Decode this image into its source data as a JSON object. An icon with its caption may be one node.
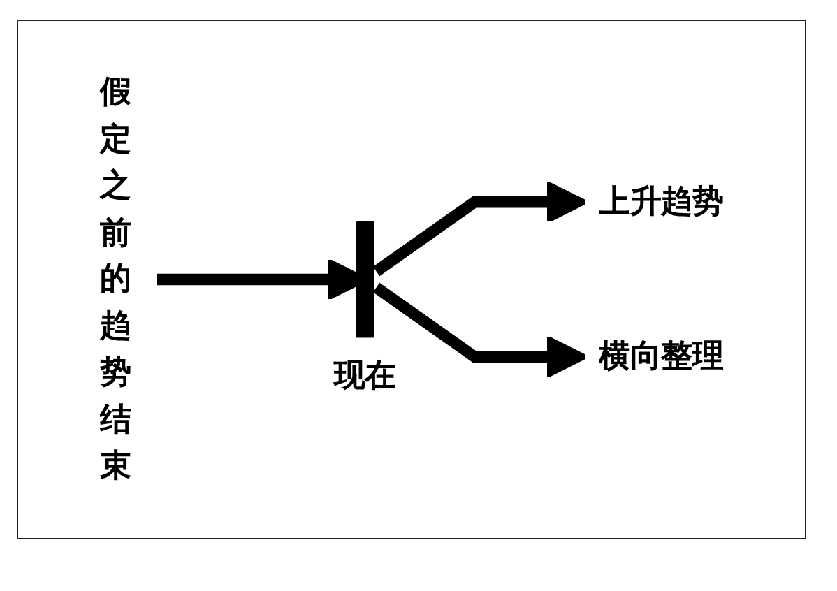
{
  "diagram": {
    "nodes": [
      {
        "text": [
          "假定之前的趋势结束"
        ]
      },
      {
        "text": [],
        "shape": "bar",
        "beside": [
          "现在"
        ]
      },
      {
        "text": [
          "上升趋势"
        ]
      },
      {
        "text": [
          "横向整理"
        ]
      }
    ],
    "edges": [
      {
        "from": 0,
        "to": 1,
        "arrow": "to"
      },
      {
        "from": 1,
        "to": 2,
        "arrow": "to"
      },
      {
        "from": 1,
        "to": 3,
        "arrow": "to"
      }
    ]
  }
}
